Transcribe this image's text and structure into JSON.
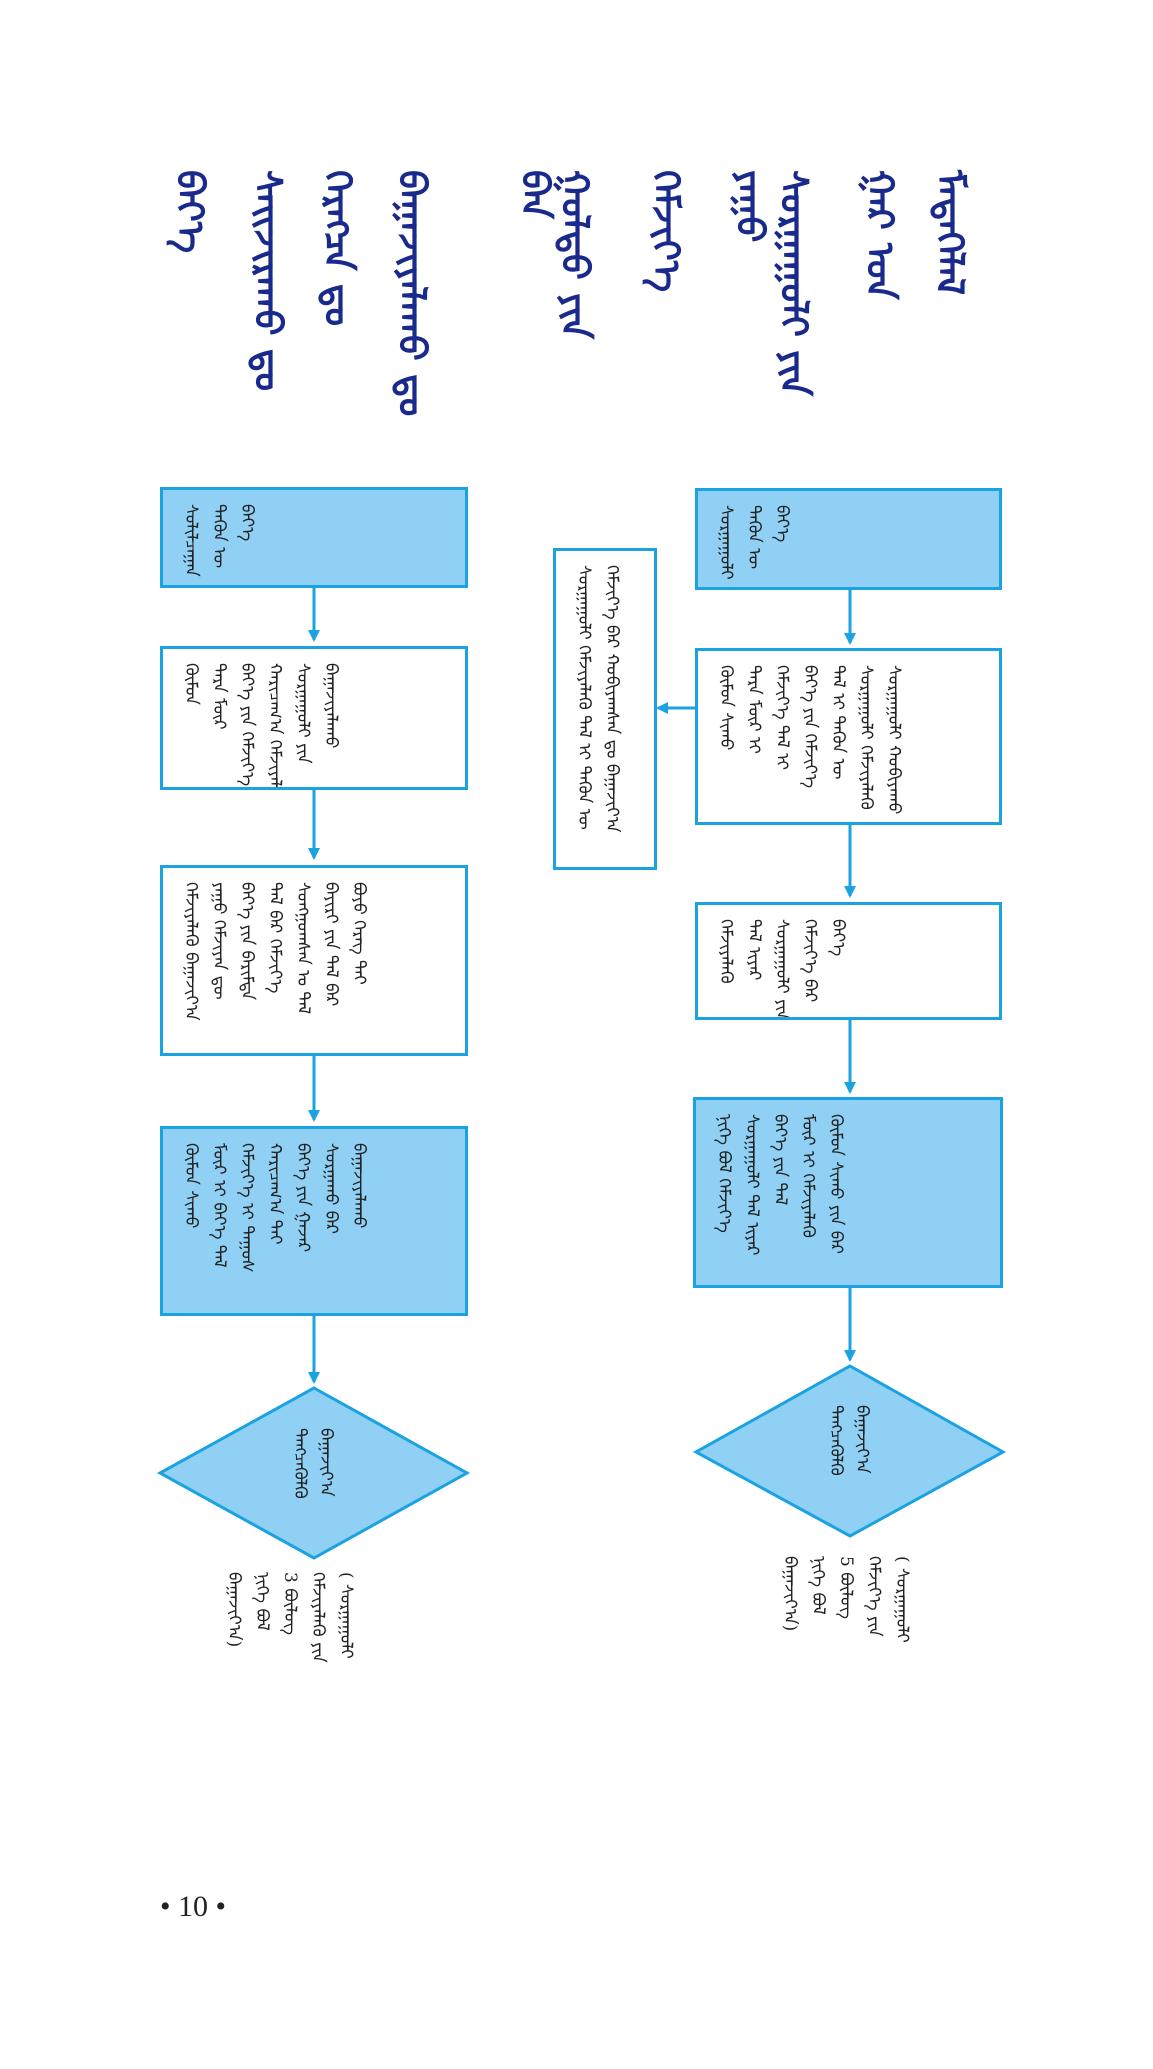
{
  "title_columns": [
    "ᠪᠡᠶ᠎ᠡ",
    "ᠰᠠᠢᠵᠢᠷᠠᠬᠤ ᠳᠤ",
    "ᠬᠡᠷᠡᠭᠴᠡ ᠳᠤ",
    "ᠪᠠᠭᠠᠵᠢᠶᠠᠯᠠᠬᠤ ᠳᠤ",
    "ᠪᠠᠨ",
    "ᠭᠤᠯᠳᠤ ᠶᠢᠨ",
    "ᠬᠡᠮᠵᠢᠶ᠎ᠡ",
    "ᠶᠠᠭᠤ",
    "ᠰᠤᠷᠭᠠᠭᠤᠯᠢ ᠶᠢᠨ",
    "ᠭᠠᠷ ᠤᠨ",
    "ᠮᠡᠳᠡᠭᠡᠯᠡᠯ"
  ],
  "left_flow": {
    "start": [
      "ᠰᠣᠯᠢᠯᠴᠠᠭᠠᠨ",
      "ᠲᠡᠭᠦᠨ ᠦ",
      "ᠪᠡᠶ᠎ᠡ"
    ],
    "step1": [
      "ᠬᠦᠮᠦᠨ",
      "ᠲᠡᠷᠡ ᠮᠦᠷ",
      "ᠪᠡᠶ᠎ᠡ ᠶᠢᠨ ᠬᠡᠮᠵᠢᠶ᠎ᠡ",
      "ᠬᠠᠷᠢᠴᠠᠭ᠎ᠠ ᠬᠡᠮᠵᠢᠶᠡᠯᠡᠬᠦ",
      "ᠰᠤᠷᠭᠠᠭᠤᠯᠢ ᠶᠢᠨ",
      "ᠪᠠᠭᠠᠵᠢᠶᠠᠯᠠᠬᠤ"
    ],
    "step2": [
      "ᠬᠡᠮᠵᠢᠶᠡᠯᠡᠬᠦ ᠪᠠᠭᠠᠵᠢᠶ᠎ᠠ",
      "ᠶᠠᠭᠤ ᠬᠡᠮᠵᠢᠶᠡᠨ ᠳᠦ",
      "ᠪᠡᠶ᠎ᠡ ᠶᠢᠨ ᠪᠠᠷᠢᠮᠲᠠ",
      "ᠲᠠᠯ ᠪᠠᠷ ᠬᠡᠮᠵᠢᠶ᠎ᠡ",
      "ᠰᠣᠨᠭᠭᠣᠭᠰᠠᠨ ᠤ ᠲᠠᠯ",
      "ᠪᠠᠶᠢᠷᠢ ᠶᠢᠨ ᠲᠠᠯ ᠪᠠᠷ",
      "ᠪᠤᠶᠤ ᠬᠡᠷᠡᠭ ᠲᠠᠢ"
    ],
    "step3": [
      "ᠬᠦᠮᠦᠨ ᠰᠢᠬᠤ",
      "ᠮᠦᠷ ᠢ ᠪᠡᠶ᠎ᠡ ᠲᠠᠯ",
      "ᠬᠡᠮᠵᠢᠶ᠎ᠡ ᠢ ᠲᠠᠭᠤᠰ",
      "ᠬᠠᠷᠢᠴᠠᠭ᠎ᠠ ᠲᠠᠢ",
      "ᠪᠡᠶ᠎ᠡ ᠶᠢᠨ ᠭᠠᠵᠠᠷ",
      "ᠰᠤᠷᠭᠠᠬᠤ ᠪᠠᠷ",
      "ᠪᠠᠭᠠᠵᠢᠶᠠᠯᠠᠬᠤ"
    ],
    "end": [
      "ᠲᠡᠩᠴᠡᠭᠦᠯᠬᠦ",
      "ᠪᠠᠭᠠᠵᠢᠶ᠎ᠠ"
    ],
    "caption": [
      "ᠪᠠᠭᠠᠵᠢᠶ᠎ᠠ)",
      "ᠨᠢᠭᠡ ᠪᠣᠯ",
      "3 ᠪᠦᠯᠦᠭ",
      "ᠬᠡᠮᠵᠢᠶᠡᠯᠡᠬᠦ ᠶᠢᠨ",
      "( ᠰᠤᠷᠭᠠᠭᠤᠯᠢ"
    ]
  },
  "right_flow": {
    "start": [
      "ᠰᠤᠷᠭᠠᠭᠤᠯᠢ",
      "ᠲᠡᠭᠦᠨ ᠦ",
      "ᠪᠡᠶ᠎ᠡ"
    ],
    "step1": [
      "ᠬᠦᠮᠦᠨ ᠰᠢᠬᠤ",
      "ᠲᠡᠷᠡ ᠮᠦᠷ ᠢ",
      "ᠬᠡᠮᠵᠢᠶ᠎ᠡ ᠲᠠᠯ ᠢ",
      "ᠪᠡᠶ᠎ᠡ ᠶᠢᠨ ᠬᠡᠮᠵᠢᠶ᠎ᠡ",
      "ᠲᠠᠯ ᠢ ᠲᠡᠭᠦᠨ ᠦ",
      "ᠰᠤᠷᠭᠠᠭᠤᠯᠢ ᠬᠡᠮᠵᠢᠶᠡᠯᠡᠬᠦ",
      "ᠰᠤᠷᠭᠠᠭᠤᠯᠢ ᠬᠤᠪᠢᠶᠠᠬᠤ"
    ],
    "note": [
      "ᠰᠤᠷᠭᠠᠭᠤᠯᠢ ᠬᠡᠮᠵᠢᠶᠡᠯᠡᠬᠦ ᠲᠠᠯ ᠢ ᠲᠡᠭᠦᠨ ᠦ",
      "ᠬᠡᠮᠵᠢᠶ᠎ᠡ ᠪᠠᠷ ᠬᠤᠪᠢᠶᠠᠭᠰᠠᠨ ᠳᠤ ᠪᠠᠭᠠᠵᠢᠶ᠎ᠠ"
    ],
    "step2": [
      "ᠬᠡᠮᠵᠢᠶᠡᠯᠡᠬᠦ",
      "ᠲᠠᠯ ᠢᠶᠠᠷ",
      "ᠰᠤᠷᠭᠠᠭᠤᠯᠢ ᠶᠢᠨ",
      "ᠬᠡᠮᠵᠢᠶ᠎ᠡ ᠪᠠᠷ",
      "ᠪᠡᠶ᠎ᠡ"
    ],
    "step3": [
      "ᠨᠢᠭᠡ ᠪᠣᠯ ᠬᠡᠮᠵᠢᠶ᠎ᠡ",
      "ᠰᠤᠷᠭᠠᠭᠤᠯᠢ ᠲᠠᠯ ᠢᠶᠠᠷ",
      "ᠪᠡᠶ᠎ᠡ ᠶᠢᠨ ᠲᠠᠯ",
      "ᠮᠦᠷ ᠢ ᠬᠡᠮᠵᠢᠶᠡᠯᠡᠬᠦ",
      "ᠬᠦᠮᠦᠨ ᠰᠢᠬᠤ ᠶᠢᠨ ᠪᠠᠷ"
    ],
    "end": [
      "ᠲᠡᠩᠴᠡᠭᠦᠯᠬᠦ",
      "ᠪᠠᠭᠠᠵᠢᠶ᠎ᠠ"
    ],
    "caption": [
      "ᠪᠠᠭᠠᠵᠢᠶ᠎ᠠ)",
      "ᠨᠢᠭᠡ ᠪᠣᠯ",
      "5 ᠪᠦᠯᠦᠭ",
      "ᠬᠡᠮᠵᠢᠶ᠎ᠡ ᠶᠢᠨ",
      "( ᠰᠤᠷᠭᠠᠭᠤᠯᠢ"
    ]
  },
  "page_number": "• 10 •",
  "colors": {
    "box_border": "#1aa3e0",
    "box_fill": "#8fd0f4",
    "arrow": "#1aa3e0",
    "title": "#1a2a8c"
  }
}
